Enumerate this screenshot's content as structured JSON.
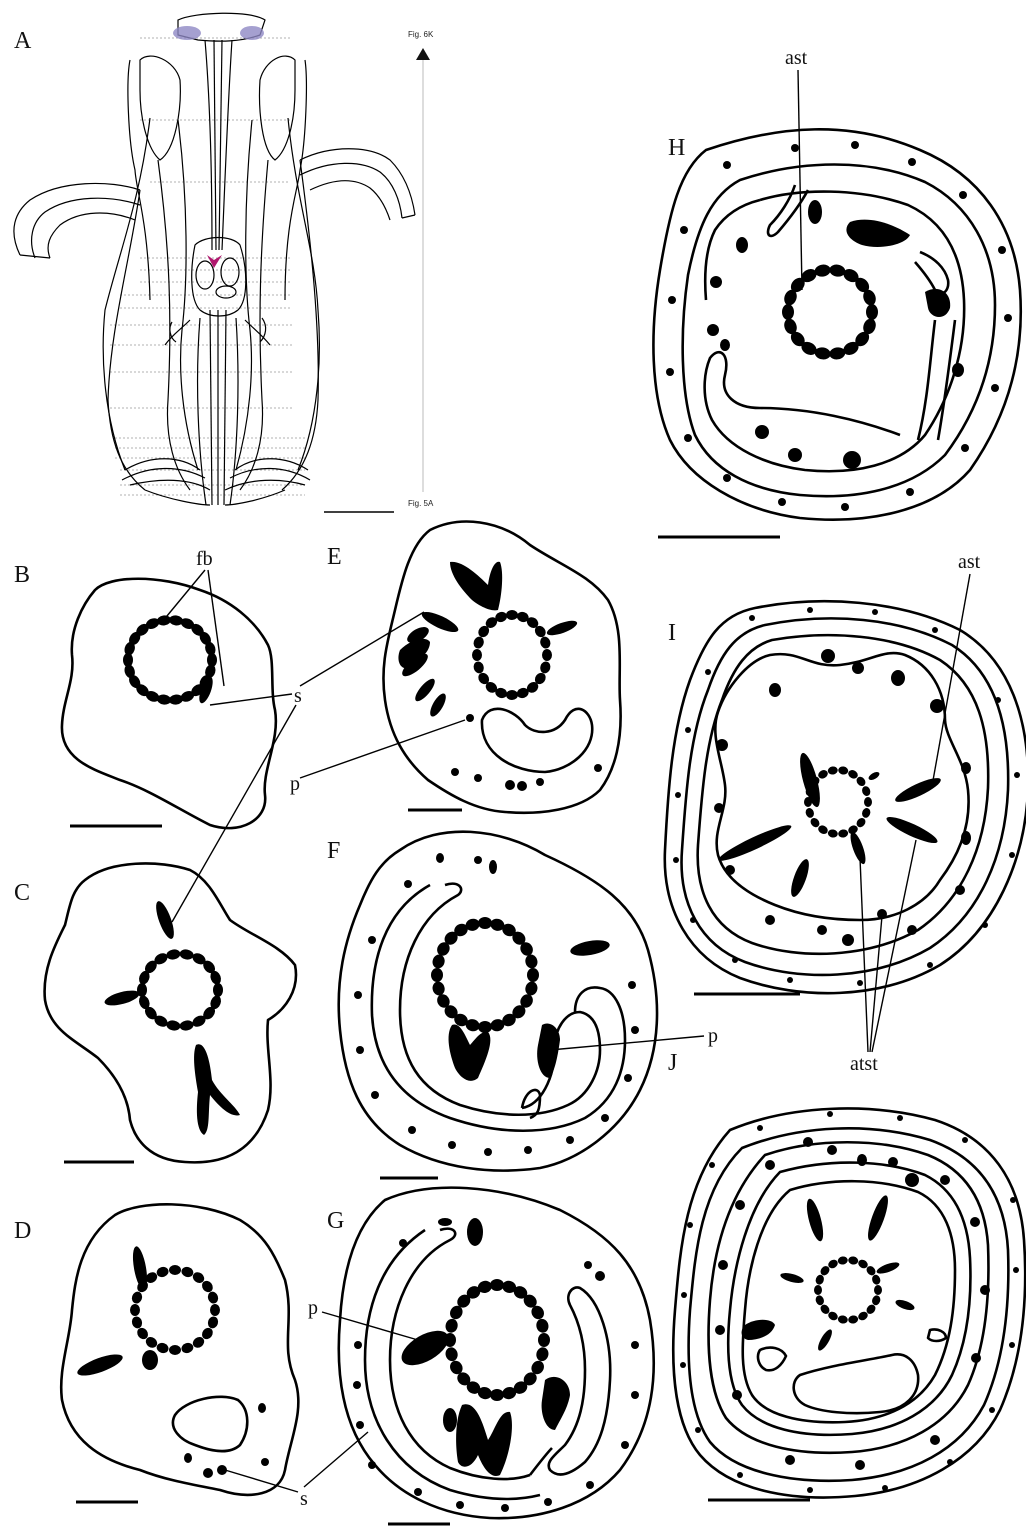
{
  "panels": [
    {
      "id": "A",
      "letter": "A"
    },
    {
      "id": "B",
      "letter": "B"
    },
    {
      "id": "C",
      "letter": "C"
    },
    {
      "id": "D",
      "letter": "D"
    },
    {
      "id": "E",
      "letter": "E"
    },
    {
      "id": "F",
      "letter": "F"
    },
    {
      "id": "G",
      "letter": "G"
    },
    {
      "id": "H",
      "letter": "H"
    },
    {
      "id": "I",
      "letter": "I"
    },
    {
      "id": "J",
      "letter": "J"
    }
  ],
  "panel_a_refs": {
    "top": "Fig. 6K",
    "bottom": "Fig. 5A"
  },
  "labels": {
    "fb": "fb",
    "s": "s",
    "p": "p",
    "ast": "ast",
    "atst": "atst"
  },
  "colors": {
    "stigma": "#8f88c4",
    "nectar": "#b0186e",
    "ink": "#000000"
  }
}
